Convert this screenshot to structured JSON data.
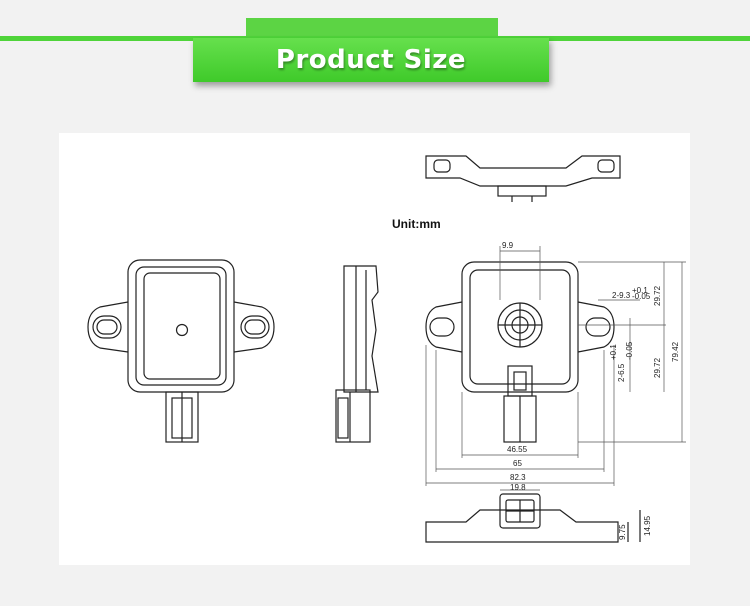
{
  "title": "Product Size",
  "unit_label": "Unit:mm",
  "dimensions": {
    "connector_width": "9.9",
    "hole_offset_tol": "2-9.3",
    "hole_offset_tol_upper": "+0.1",
    "hole_offset_tol_lower": "-0.05",
    "upper_half_height": "29.72",
    "lower_half_height": "29.72",
    "side_offset": "2-6.5",
    "side_offset_tol_upper": "+0.1",
    "side_offset_tol_lower": "-0.05",
    "total_height": "79.42",
    "body_width": "46.55",
    "hole_span": "65",
    "overall_width": "82.3",
    "connector_block_width": "19.8",
    "base_height": "9.75",
    "bottom_height": "14.95"
  },
  "colors": {
    "accent_green": "#4fd43a",
    "line": "#222222"
  }
}
